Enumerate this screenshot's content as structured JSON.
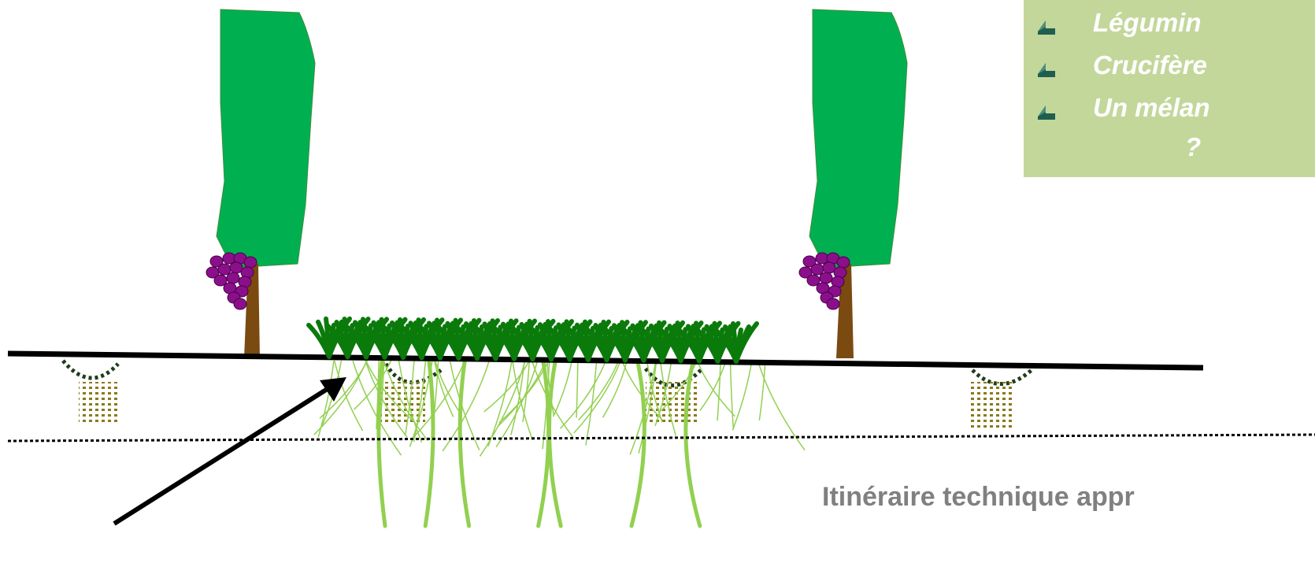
{
  "legend": {
    "items": [
      {
        "label": "Légumin",
        "icon": "arrow-bullet-icon"
      },
      {
        "label": "Crucifère",
        "icon": "arrow-bullet-icon"
      },
      {
        "label": "Un mélan",
        "icon": "arrow-bullet-icon"
      }
    ],
    "trailing": "?"
  },
  "caption": "Itinéraire technique appr",
  "colors": {
    "canopy": "#00b050",
    "trunk": "#7a4a10",
    "grape": "#8b0f8b",
    "grass_leaf": "#0a7a0a",
    "root": "#92d050",
    "soil_line": "#000000",
    "legend_bg": "#c4d79b",
    "arrow": "#000000"
  }
}
